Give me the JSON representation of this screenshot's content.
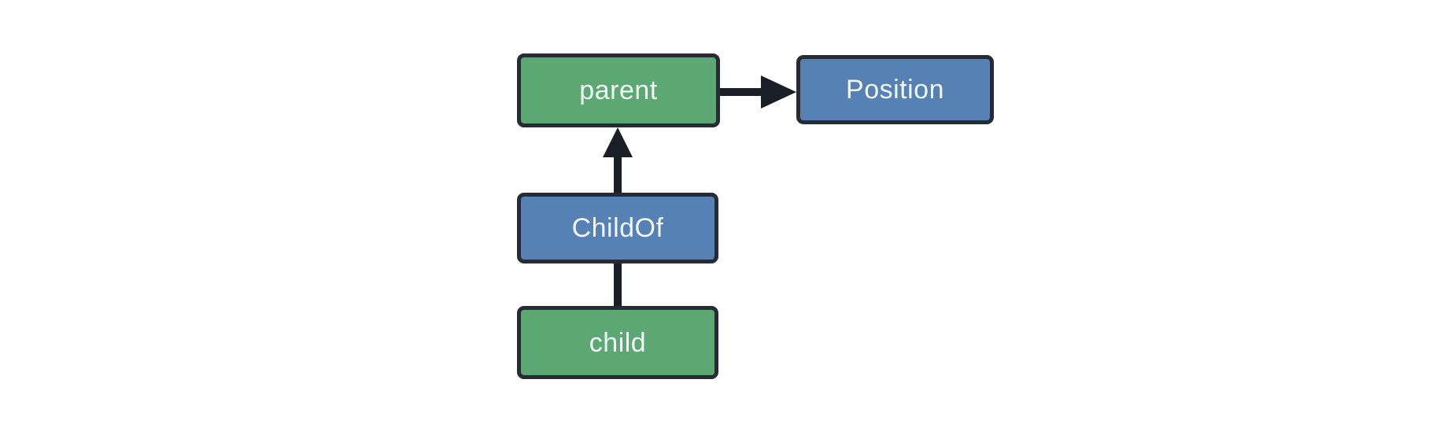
{
  "diagram": {
    "nodes": [
      {
        "id": "parent",
        "label": "parent",
        "kind": "entity",
        "fill": "entity_fill"
      },
      {
        "id": "position",
        "label": "Position",
        "kind": "component",
        "fill": "component_fill"
      },
      {
        "id": "childof",
        "label": "ChildOf",
        "kind": "relationship",
        "fill": "component_fill"
      },
      {
        "id": "child",
        "label": "child",
        "kind": "entity",
        "fill": "entity_fill"
      }
    ],
    "edges": [
      {
        "from": "parent",
        "to": "position",
        "style": "arrow",
        "direction": "right"
      },
      {
        "from": "childof",
        "to": "parent",
        "style": "arrow",
        "direction": "up"
      },
      {
        "from": "child",
        "to": "childof",
        "style": "line",
        "direction": "up"
      }
    ],
    "colors": {
      "entity_fill": "#5BA873",
      "component_fill": "#5581B5",
      "node_border": "#262B36",
      "arrow": "#1A1E26",
      "label_text": "#F2F5F9",
      "background": "#FFFFFF"
    }
  }
}
